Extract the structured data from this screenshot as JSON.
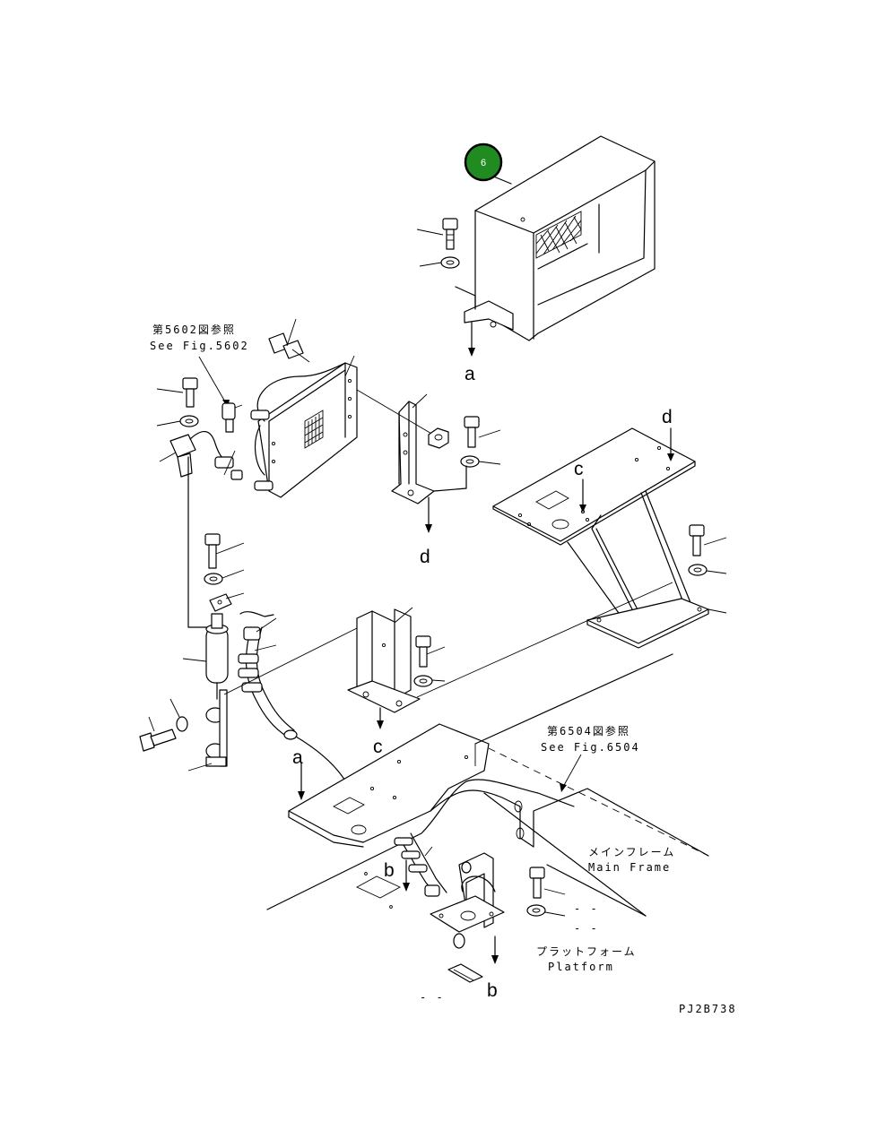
{
  "callout": {
    "number": "6",
    "color": "#1e8a1e"
  },
  "references": {
    "fig5602_jp": "第5602図参照",
    "fig5602_en": "See Fig.5602",
    "fig6504_jp": "第6504図参照",
    "fig6504_en": "See Fig.6504"
  },
  "parts": {
    "main_frame_jp": "メインフレーム",
    "main_frame_en": "Main Frame",
    "platform_jp": "プラットフォーム",
    "platform_en": "Platform"
  },
  "connectors": {
    "a_top": "a",
    "a_bottom": "a",
    "b_left": "b",
    "b_right": "b",
    "c_top": "c",
    "c_bottom": "c",
    "d_top": "d",
    "d_bottom": "d"
  },
  "dashes": {
    "right_1": "- -",
    "right_2": "- -",
    "bottom": "- -"
  },
  "drawing_id": "PJ2B738"
}
